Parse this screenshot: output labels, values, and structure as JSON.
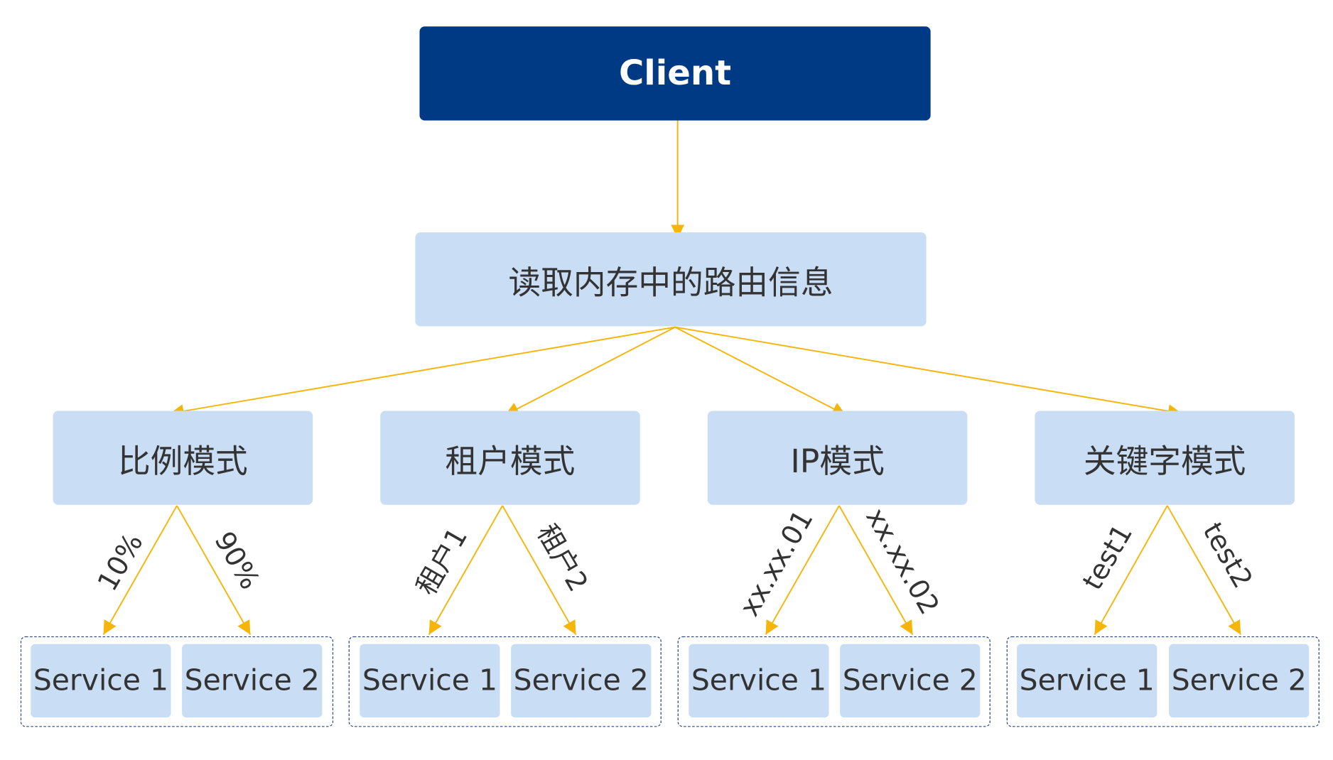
{
  "client": {
    "label": "Client"
  },
  "router": {
    "label": "读取内存中的路由信息"
  },
  "modes": [
    {
      "label": "比例模式",
      "edges": [
        "10%",
        "90%"
      ],
      "services": [
        "Service 1",
        "Service 2"
      ]
    },
    {
      "label": "租户模式",
      "edges": [
        "租户1",
        "租户2"
      ],
      "services": [
        "Service 1",
        "Service 2"
      ]
    },
    {
      "label": "IP模式",
      "edges": [
        "xx.xx.01",
        "xx.xx.02"
      ],
      "services": [
        "Service 1",
        "Service 2"
      ]
    },
    {
      "label": "关键字模式",
      "edges": [
        "test1",
        "test2"
      ],
      "services": [
        "Service 1",
        "Service 2"
      ]
    }
  ],
  "colors": {
    "client": "#003a85",
    "node": "#c9ddf4",
    "arrow": "#f5b50a",
    "group_border": "#1f3f7a"
  }
}
